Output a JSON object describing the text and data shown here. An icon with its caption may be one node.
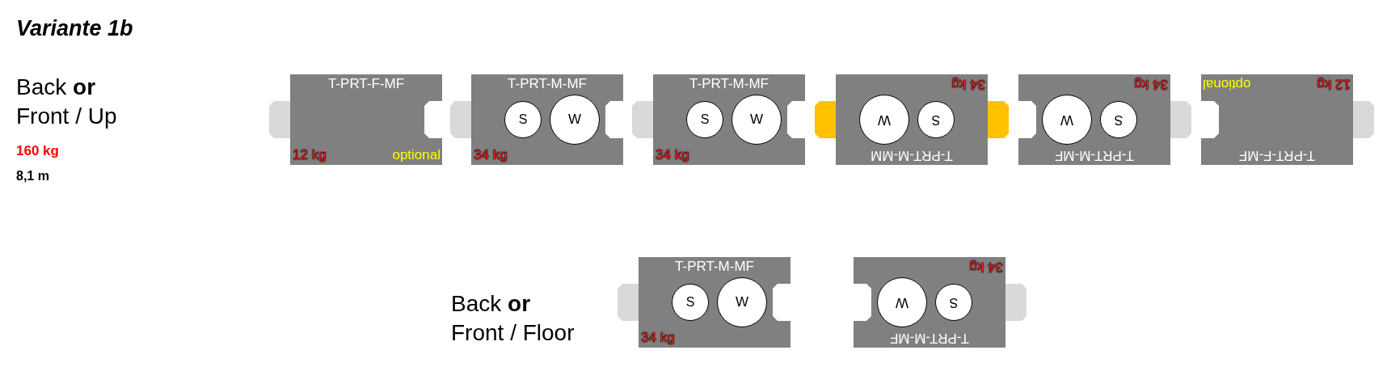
{
  "diagram": {
    "title": "Variante 1b",
    "nodes": [
      {
        "text": [
          "T-PRT-F-MF",
          "12 kg",
          "optional"
        ]
      },
      {
        "text": [
          "T-PRT-M-MF",
          "34 kg"
        ]
      },
      {
        "text": [
          "S"
        ],
        "in": 1
      },
      {
        "text": [
          "W"
        ],
        "in": 1
      },
      {
        "text": [
          "T-PRT-M-MF",
          "34 kg"
        ]
      },
      {
        "text": [
          "S"
        ],
        "in": 4
      },
      {
        "text": [
          "W"
        ],
        "in": 4
      },
      {
        "text": [
          "T-PRT-M-MM",
          "34 kg"
        ]
      },
      {
        "text": [
          "W"
        ],
        "in": 7
      },
      {
        "text": [
          "S"
        ],
        "in": 7
      },
      {
        "text": [
          "T-PRT-M-MF",
          "34 kg"
        ]
      },
      {
        "text": [
          "W"
        ],
        "in": 10
      },
      {
        "text": [
          "S"
        ],
        "in": 10
      },
      {
        "text": [
          "T-PRT-F-MF",
          "12 kg",
          "optional"
        ]
      },
      {
        "text": [
          "T-PRT-M-MF",
          "34 kg"
        ]
      },
      {
        "text": [
          "S"
        ],
        "in": 14
      },
      {
        "text": [
          "W"
        ],
        "in": 14
      },
      {
        "text": [
          "T-PRT-M-MF",
          "34 kg"
        ]
      },
      {
        "text": [
          "W"
        ],
        "in": 17
      },
      {
        "text": [
          "S"
        ],
        "in": 17
      }
    ],
    "labels": [
      "Back **or** Front / Up",
      "160 kg",
      "8,1 m",
      "Back **or** Front / Floor"
    ]
  }
}
